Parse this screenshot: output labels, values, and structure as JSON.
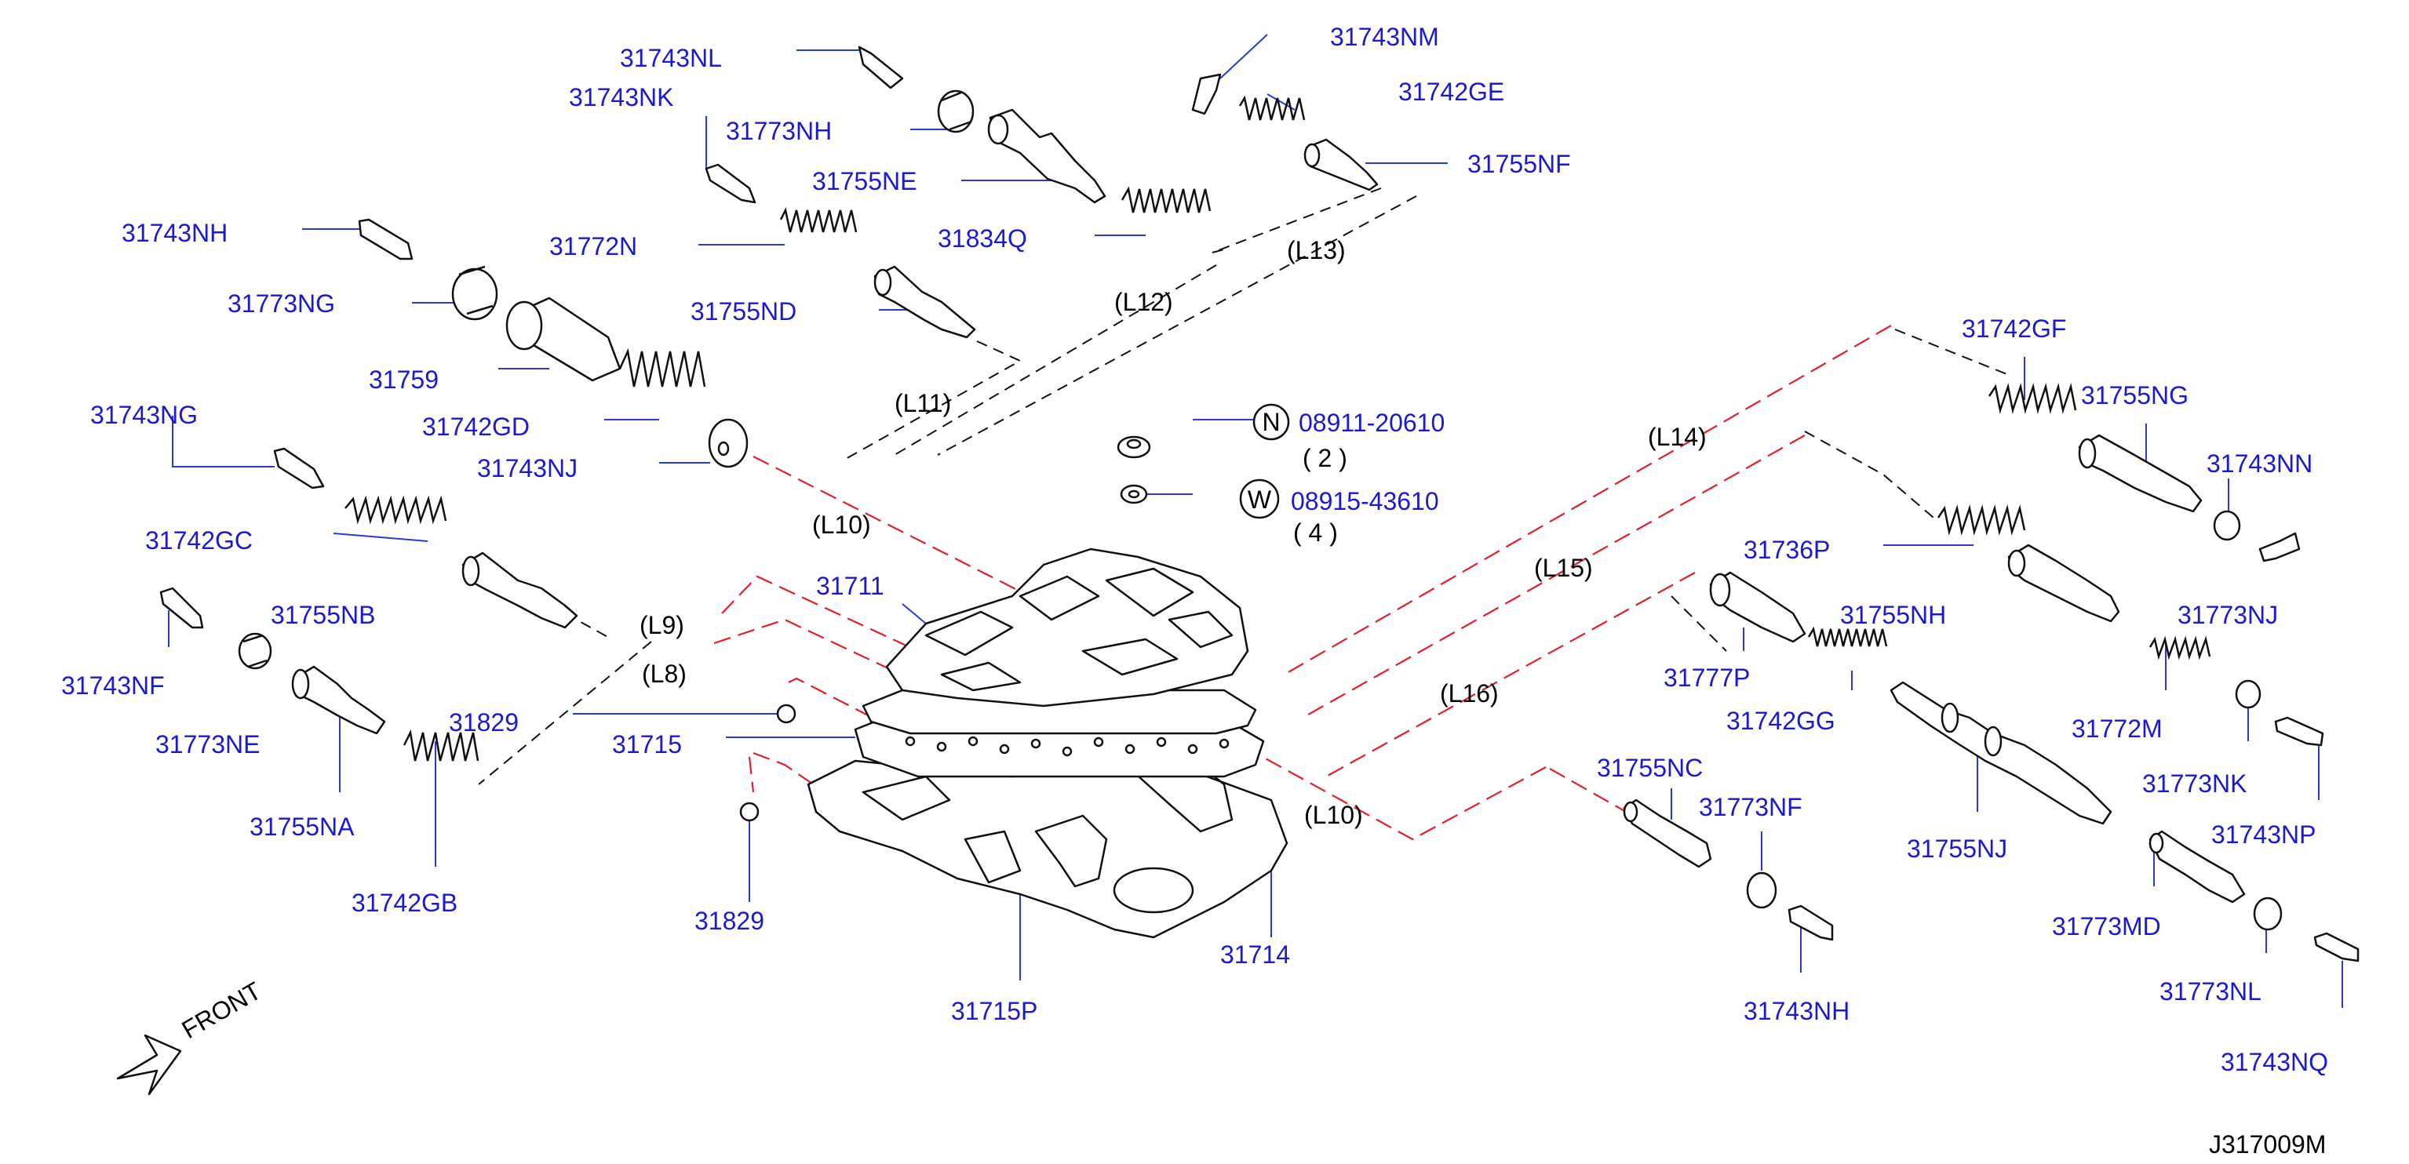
{
  "diagram": {
    "reference": "J317009M",
    "front_label": "FRONT",
    "accent_color": "#1a1ad0",
    "leader_color": "#2a3ad8",
    "dash_red_color": "#e0202a",
    "parts": {
      "p31743NL": "31743NL",
      "p31743NK": "31743NK",
      "p31773NH": "31773NH",
      "p31755NE": "31755NE",
      "p31743NM": "31743NM",
      "p31742GE": "31742GE",
      "p31755NF": "31755NF",
      "p31743NH_a": "31743NH",
      "p31772N": "31772N",
      "p31834Q": "31834Q",
      "p31773NG": "31773NG",
      "p31755ND": "31755ND",
      "p31759": "31759",
      "p31742GD": "31742GD",
      "p31743NG": "31743NG",
      "p31743NJ": "31743NJ",
      "p31742GC": "31742GC",
      "p31755NB": "31755NB",
      "p31743NF": "31743NF",
      "p31773NE": "31773NE",
      "p31755NA": "31755NA",
      "p31742GB": "31742GB",
      "p31829_a": "31829",
      "p31715": "31715",
      "p31829_b": "31829",
      "p31715P": "31715P",
      "p31714": "31714",
      "p31711": "31711",
      "p31742GF": "31742GF",
      "p31755NG": "31755NG",
      "p31743NN": "31743NN",
      "p31736P": "31736P",
      "p31755NH": "31755NH",
      "p31773NJ": "31773NJ",
      "p31777P": "31777P",
      "p31742GG": "31742GG",
      "p31772M": "31772M",
      "p31773NK": "31773NK",
      "p31743NP": "31743NP",
      "p31755NC": "31755NC",
      "p31773NF": "31773NF",
      "p31755NJ": "31755NJ",
      "p31773MD": "31773MD",
      "p31743NH_b": "31743NH",
      "p31773NL": "31773NL",
      "p31743NQ": "31743NQ"
    },
    "fasteners": {
      "nut_symbol": "N",
      "nut_part": "08911-20610",
      "nut_qty": "( 2 )",
      "washer_symbol": "W",
      "washer_part": "08915-43610",
      "washer_qty": "( 4 )"
    },
    "lines": {
      "L8": "(L8)",
      "L9": "(L9)",
      "L10_a": "(L10)",
      "L10_b": "(L10)",
      "L11": "(L11)",
      "L12": "(L12)",
      "L13": "(L13)",
      "L14": "(L14)",
      "L15": "(L15)",
      "L16": "(L16)"
    }
  }
}
